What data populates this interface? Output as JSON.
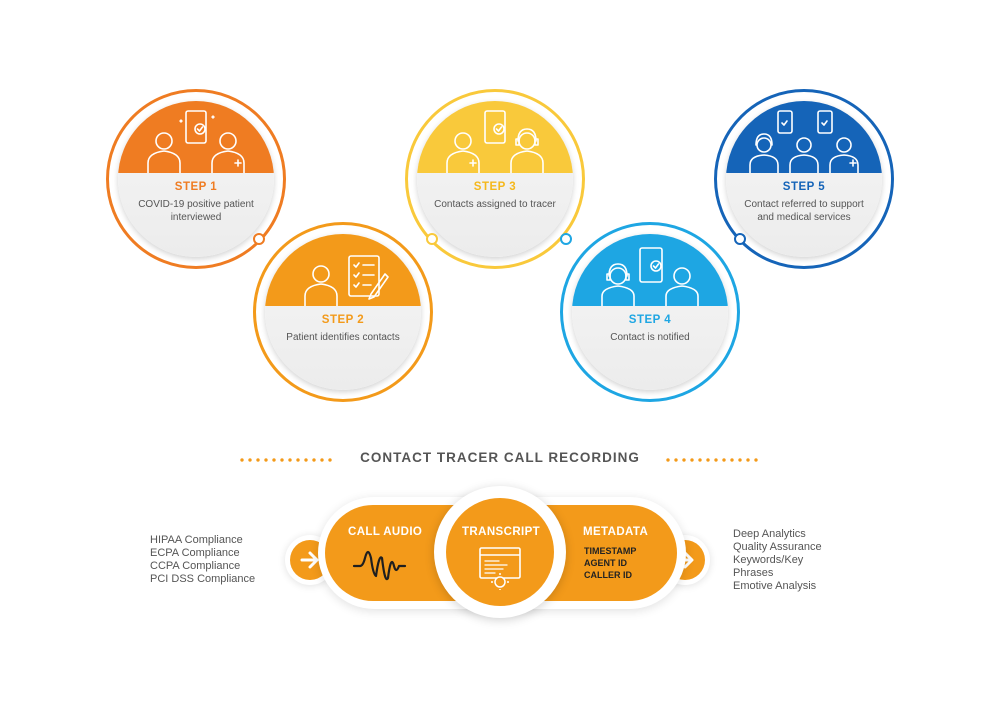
{
  "steps": [
    {
      "title": "STEP 1",
      "description": "COVID-19 positive patient interviewed",
      "color": "#ef7c22"
    },
    {
      "title": "STEP 2",
      "description": "Patient identifies contacts",
      "color": "#f39a1a"
    },
    {
      "title": "STEP 3",
      "description": "Contacts assigned to tracer",
      "color": "#f9c93b"
    },
    {
      "title": "STEP 4",
      "description": "Contact is notified",
      "color": "#1ea6e3"
    },
    {
      "title": "STEP 5",
      "description": "Contact referred to support and medical services",
      "color": "#1564b8"
    }
  ],
  "section_title": "CONTACT TRACER CALL RECORDING",
  "compliance": [
    "HIPAA Compliance",
    "ECPA Compliance",
    "CCPA Compliance",
    "PCI DSS Compliance"
  ],
  "outputs": [
    "Deep Analytics",
    "Quality Assurance",
    "Keywords/Key",
    "Phrases",
    "Emotive Analysis"
  ],
  "pipeline": {
    "call_audio": "CALL AUDIO",
    "transcript": "TRANSCRIPT",
    "metadata": "METADATA",
    "metadata_items": [
      "TIMESTAMP",
      "AGENT ID",
      "CALLER ID"
    ]
  },
  "accent_color": "#f39a1a"
}
